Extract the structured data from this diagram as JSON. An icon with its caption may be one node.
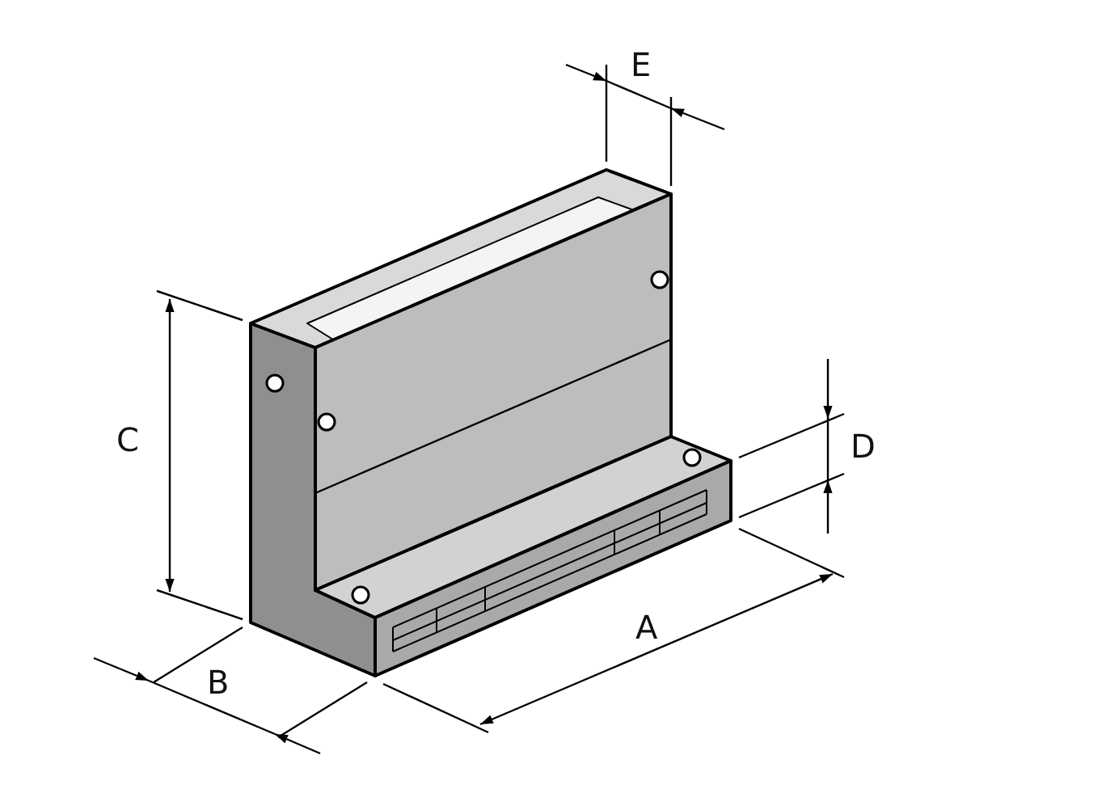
{
  "diagram": {
    "labels": [
      "E",
      "C",
      "D",
      "A",
      "B"
    ]
  }
}
